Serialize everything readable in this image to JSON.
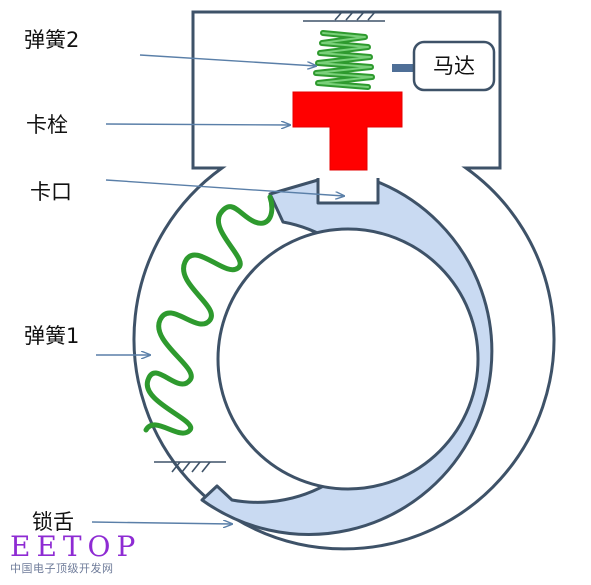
{
  "labels": {
    "spring2": "弹簧2",
    "latch": "卡栓",
    "notch": "卡口",
    "spring1": "弹簧1",
    "lock_tongue": "锁舌",
    "motor": "马达"
  },
  "watermark": {
    "brand": "EETOP",
    "subtitle": "中国电子顶级开发网"
  },
  "colors": {
    "outline": "#3e5268",
    "latch_red": "#ff0000",
    "spring_green": "#2e9a2e",
    "spring_green_light": "#7ad07a",
    "tongue_fill": "#c9daf2",
    "arrow": "#5a7fa8",
    "watermark": "#8e2bd3"
  }
}
